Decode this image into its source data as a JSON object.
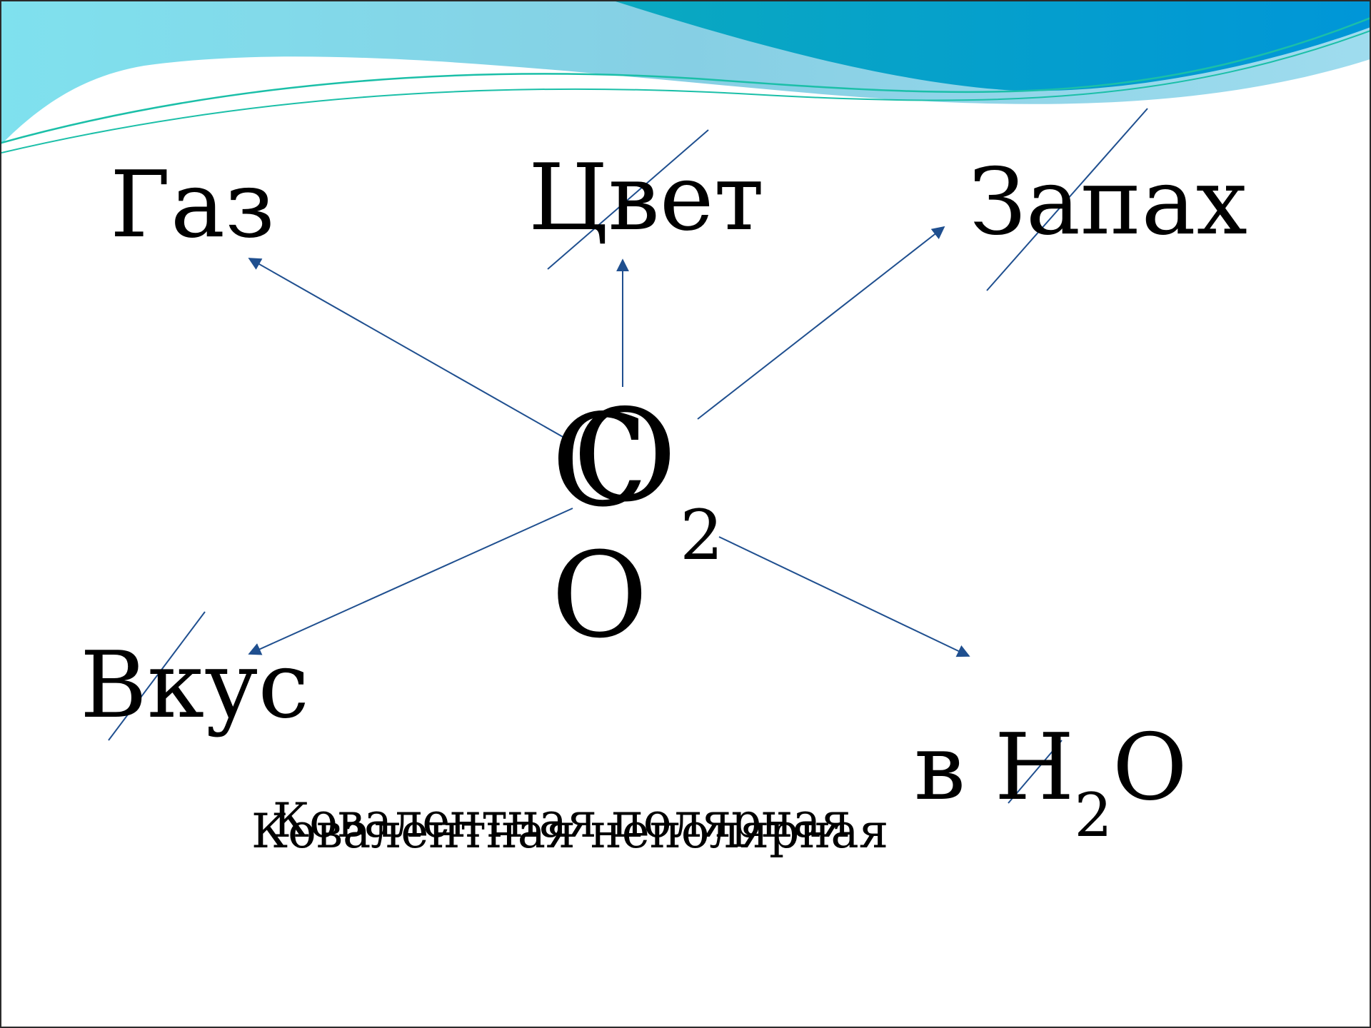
{
  "colors": {
    "wave_light": "#86cfe4",
    "wave_cyan": "#7fe1ee",
    "wave_deep": "#0096d8",
    "wave_teal": "#0aa9c0",
    "wave_line": "#1bbfa8",
    "arrow": "#1f4f8f",
    "text": "#000000"
  },
  "icons": [
    "arrowhead-icon"
  ],
  "labels": {
    "gas": "Газ",
    "color": "Цвет",
    "smell": "Запах",
    "taste": "Вкус"
  },
  "center": {
    "o2_letter": "O",
    "o2_index": "2",
    "o_letter": "O",
    "o_overlap_letter": "C"
  },
  "water": {
    "prefix": "в",
    "h": "H",
    "index": "2",
    "o": "O"
  },
  "bonds": {
    "polar": "Ковалентная полярная",
    "nonpolar": "Ковалентная неполярная"
  }
}
